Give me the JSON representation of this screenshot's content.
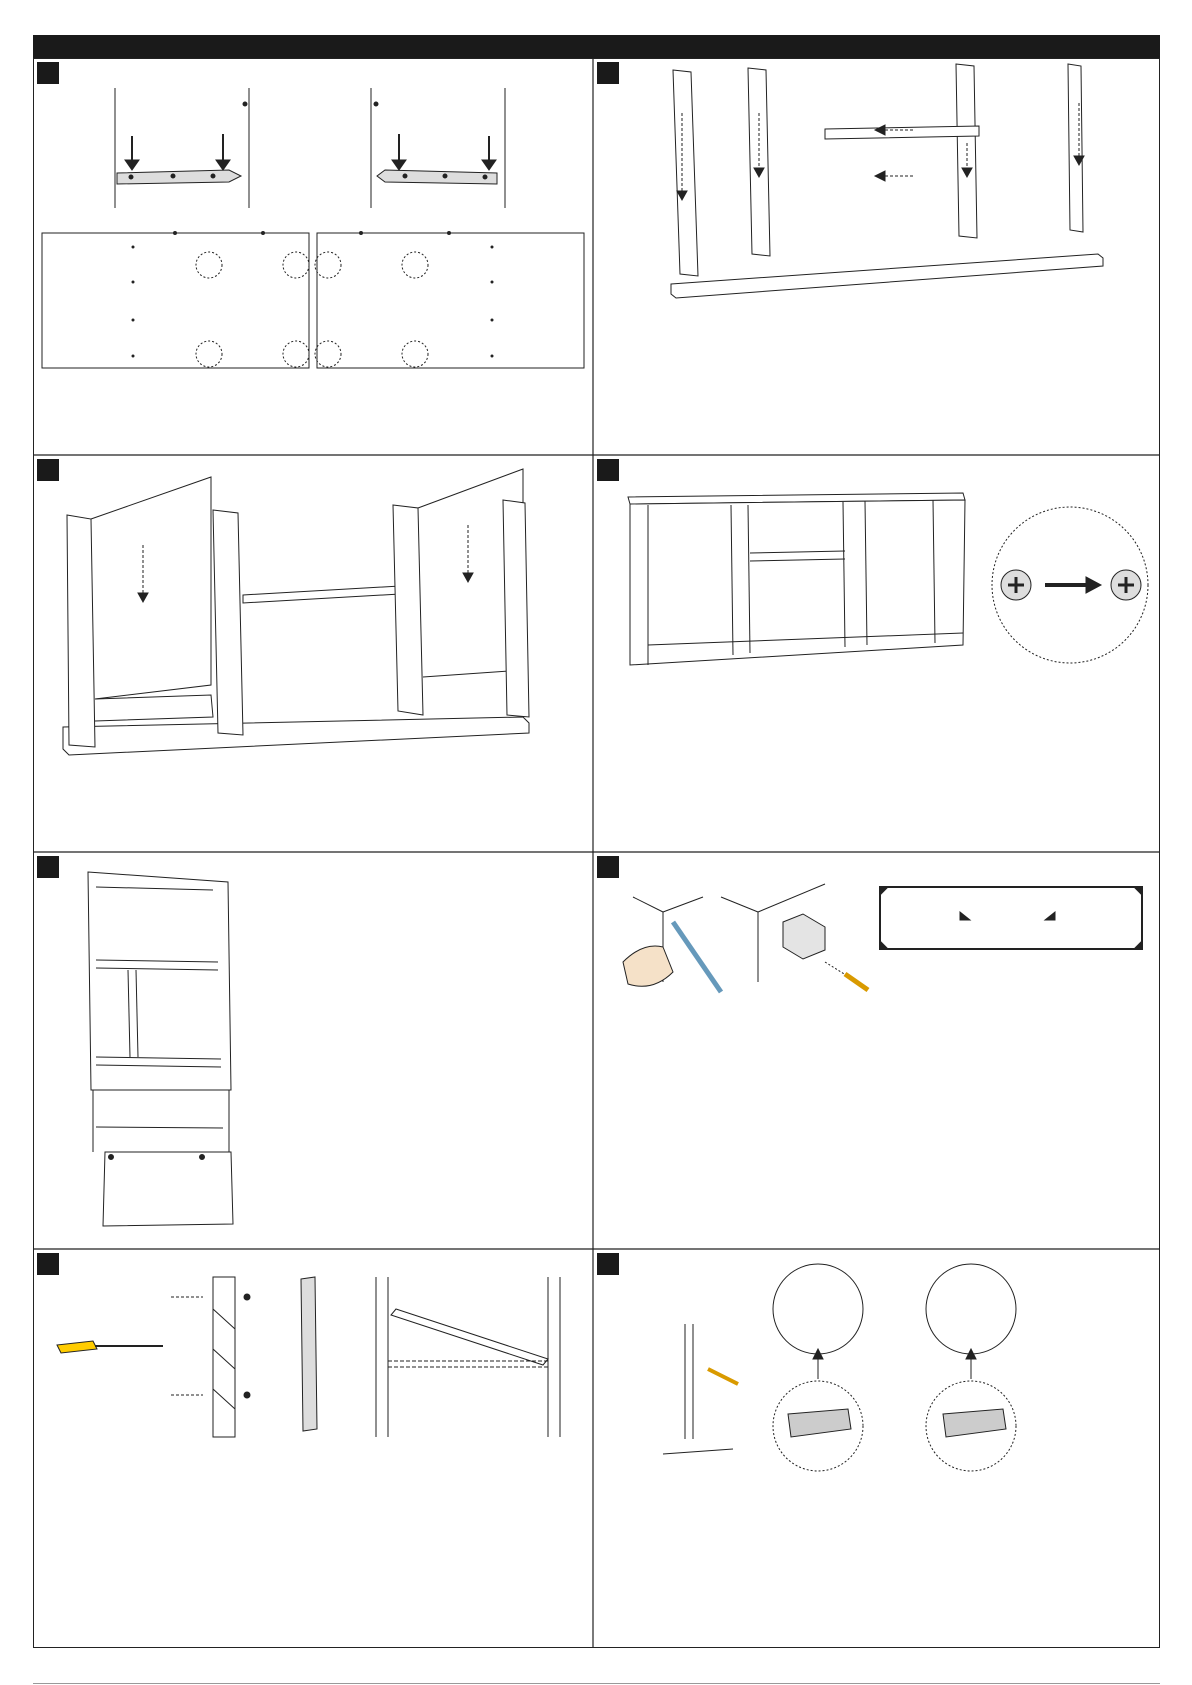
{
  "document": {
    "kind": "assembly-instructions",
    "steps": [
      {
        "id": "step-a",
        "icons": [
          "cam-bolt-icon",
          "hinge-plate-icon",
          "arrow-down-icon"
        ]
      },
      {
        "id": "step-b",
        "icons": [
          "side-panel-icon",
          "arrow-down-icon"
        ]
      },
      {
        "id": "step-c",
        "icons": [
          "side-panel-icon",
          "arrow-down-icon"
        ]
      },
      {
        "id": "step-d",
        "icons": [
          "cabinet-icon",
          "cam-lock-icon",
          "arrow-right-icon"
        ]
      },
      {
        "id": "step-e",
        "icons": [
          "cabinet-icon",
          "door-icon"
        ]
      },
      {
        "id": "step-f",
        "icons": [
          "hand-icon",
          "screwdriver-icon",
          "corner-bracket-icon"
        ]
      },
      {
        "id": "step-g",
        "icons": [
          "screwdriver-icon",
          "screw-icon",
          "shelf-icon"
        ]
      },
      {
        "id": "step-h",
        "icons": [
          "hinge-icon",
          "screwdriver-icon",
          "magnifier-icon"
        ]
      }
    ]
  }
}
